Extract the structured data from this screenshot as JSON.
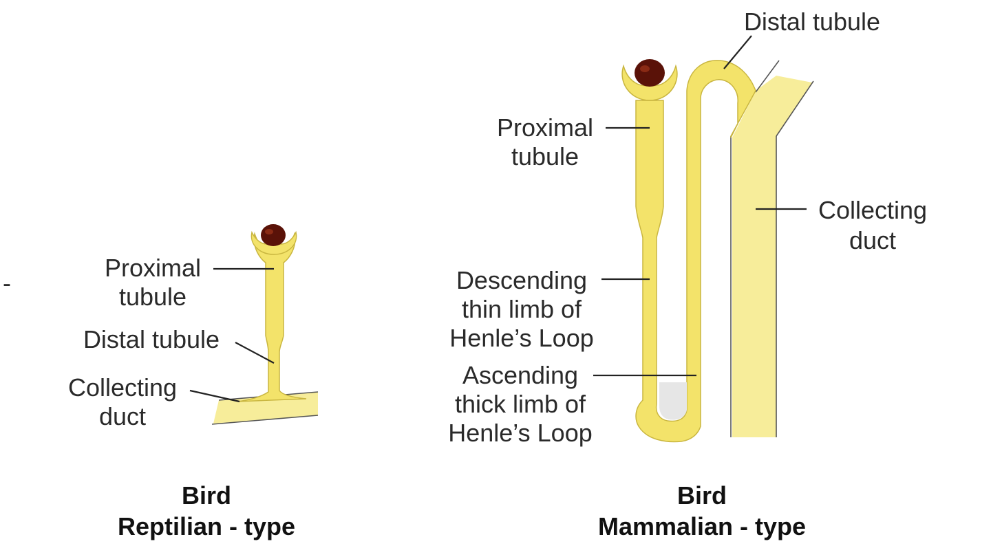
{
  "colors": {
    "tubule_fill": "#f3e36a",
    "tubule_stroke": "#c9b640",
    "duct_fill": "#f7ed9a",
    "glomerulus": "#5a1208",
    "lumen": "#e6e6e6"
  },
  "reptilian": {
    "labels": {
      "proximal": [
        "Proximal",
        "tubule"
      ],
      "distal": "Distal tubule",
      "collecting": [
        "Collecting",
        "duct"
      ]
    },
    "caption": [
      "Bird",
      "Reptilian - type"
    ]
  },
  "mammalian": {
    "labels": {
      "distal": "Distal tubule",
      "proximal": [
        "Proximal",
        "tubule"
      ],
      "collecting": [
        "Collecting",
        "duct"
      ],
      "descending": [
        "Descending",
        "thin limb of",
        "Henle’s Loop"
      ],
      "ascending": [
        "Ascending",
        "thick limb of",
        "Henle’s Loop"
      ]
    },
    "caption": [
      "Bird",
      "Mammalian - type"
    ]
  },
  "margin_mark": "-"
}
